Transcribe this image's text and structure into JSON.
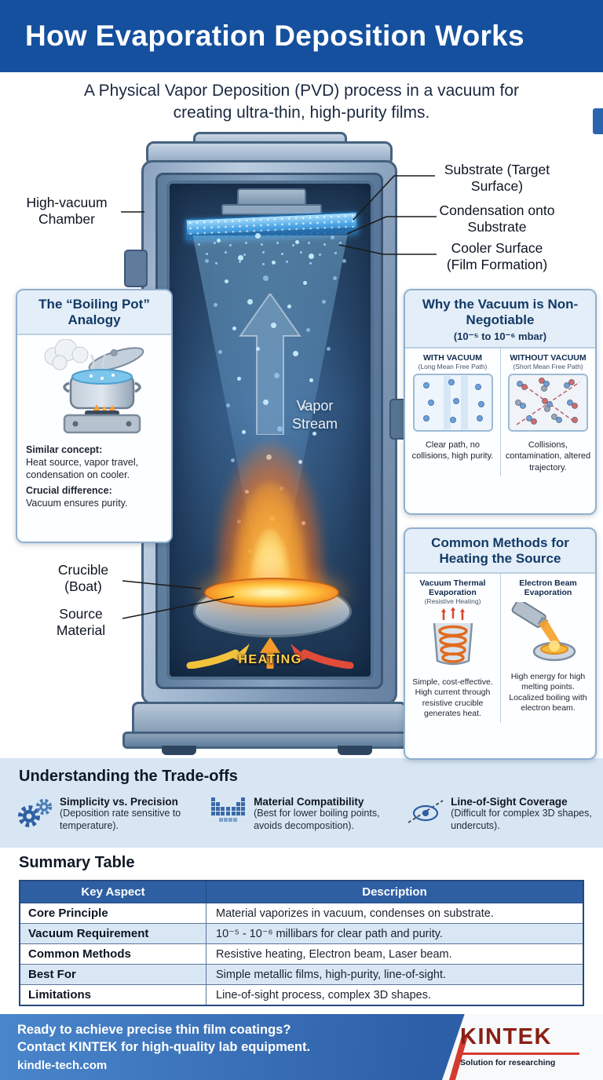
{
  "colors": {
    "header_blue": "#15509e",
    "accent_blue": "#2e5fa3",
    "band_blue": "#d8e6f4",
    "brand_red": "#d63a2e",
    "flame_orange": "#f07f1f",
    "vapor_blue": "#8cd2ff"
  },
  "header": {
    "title": "How Evaporation Deposition Works"
  },
  "subtitle": "A Physical Vapor Deposition (PVD) process in a vacuum for creating ultra-thin, high-purity films.",
  "diagram": {
    "chamber_label": "High-vacuum Chamber",
    "substrate_label": "Substrate (Target Surface)",
    "condensation_label": "Condensation onto Substrate",
    "cooler_label": "Cooler Surface (Film Formation)",
    "vapor_label": "Vapor Stream",
    "crucible_label": "Crucible (Boat)",
    "source_label": "Source Material",
    "heating_label": "HEATING"
  },
  "analogy": {
    "title": "The “Boiling Pot” Analogy",
    "similar_label": "Similar concept:",
    "similar_text": "Heat source, vapor travel, condensation on cooler.",
    "crucial_label": "Crucial difference:",
    "crucial_text": "Vacuum ensures purity."
  },
  "vacuum": {
    "title": "Why the Vacuum is Non-Negotiable",
    "subtitle": "(10⁻⁵ to 10⁻⁶ mbar)",
    "with_heading": "WITH VACUUM",
    "with_sub": "(Long Mean Free Path)",
    "with_caption": "Clear path, no collisions, high purity.",
    "without_heading": "WITHOUT VACUUM",
    "without_sub": "(Short Mean Free Path)",
    "without_caption": "Collisions, contamination, altered trajectory."
  },
  "methods": {
    "title": "Common Methods for Heating the Source",
    "left_heading": "Vacuum Thermal Evaporation",
    "left_sub": "(Resistive Heating)",
    "left_caption": "Simple, cost-effective. High current through resistive crucible generates heat.",
    "right_heading": "Electron Beam Evaporation",
    "right_caption": "High energy for high melting points. Localized boiling with electron beam."
  },
  "tradeoffs": {
    "title": "Understanding the Trade-offs",
    "items": [
      {
        "icon": "gears-icon",
        "label": "Simplicity vs. Precision",
        "text": "(Deposition rate sensitive to temperature)."
      },
      {
        "icon": "periodic-table-icon",
        "label": "Material Compatibility",
        "text": "(Best for lower boiling points, avoids decomposition)."
      },
      {
        "icon": "line-of-sight-icon",
        "label": "Line-of-Sight Coverage",
        "text": "(Difficult for complex 3D shapes, undercuts)."
      }
    ]
  },
  "summary": {
    "title": "Summary Table",
    "headers": [
      "Key Aspect",
      "Description"
    ],
    "rows": [
      [
        "Core Principle",
        "Material vaporizes in vacuum, condenses on substrate."
      ],
      [
        "Vacuum Requirement",
        "10⁻⁵ - 10⁻⁶ millibars for clear path and purity."
      ],
      [
        "Common Methods",
        "Resistive heating, Electron beam, Laser beam."
      ],
      [
        "Best For",
        "Simple metallic films, high-purity, line-of-sight."
      ],
      [
        "Limitations",
        "Line-of-sight process, complex 3D shapes."
      ]
    ]
  },
  "footer": {
    "line1": "Ready to achieve precise thin film coatings?",
    "line2": "Contact KINTEK for high-quality lab equipment.",
    "line3": "kindle-tech.com",
    "brand": "KINTEK",
    "brand_sub": "Solution for researching"
  }
}
